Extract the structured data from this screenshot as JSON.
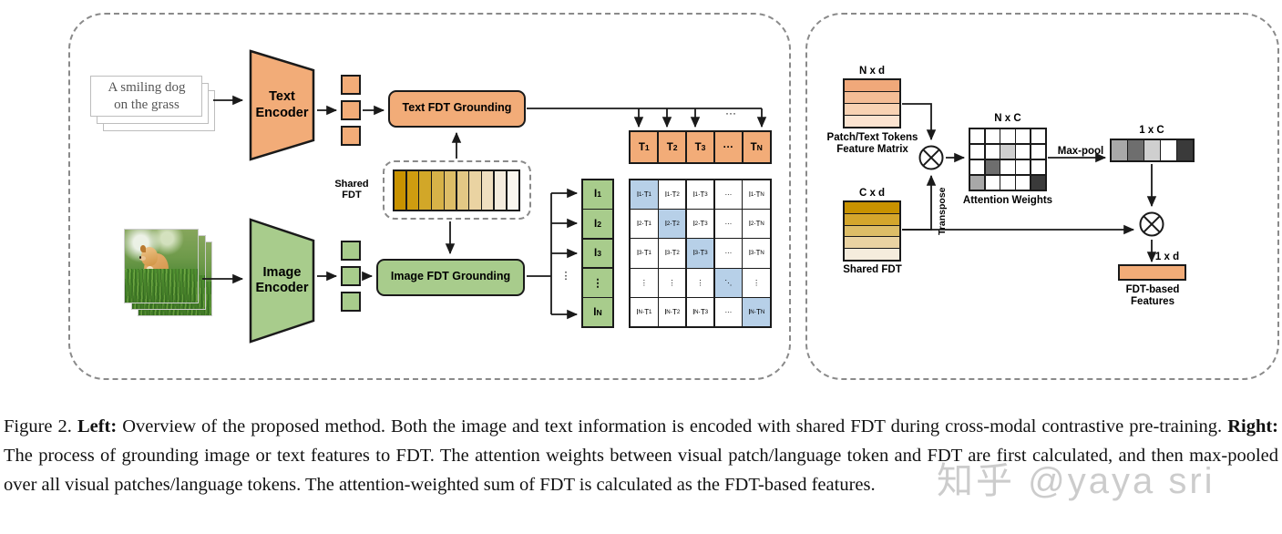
{
  "figure": {
    "caption_prefix": "Figure 2.",
    "caption_bold_left": "Left:",
    "caption_part1": " Overview of the proposed method. Both the image and text information is encoded with shared FDT during cross-modal contrastive pre-training. ",
    "caption_bold_right": "Right:",
    "caption_part2": " The process of grounding image or text features to FDT. The attention weights between visual patch/language token and FDT are first calculated, and then max-pooled over all visual patches/language tokens. The attention-weighted sum of FDT is calculated as the FDT-based features."
  },
  "watermark": {
    "text": "知乎 @yaya sri"
  },
  "left_panel": {
    "prompt_text": "A smiling dog\non the grass",
    "text_encoder": "Text\nEncoder",
    "image_encoder": "Image\nEncoder",
    "text_grounding": "Text FDT Grounding",
    "image_grounding": "Image FDT Grounding",
    "shared_fdt_label": "Shared\nFDT",
    "text_tokens": [
      "T1",
      "T2",
      "T3",
      "...",
      "TN"
    ],
    "text_tokens_disp": [
      "T",
      "T",
      "T",
      "···",
      "T"
    ],
    "text_token_subs": [
      "1",
      "2",
      "3",
      "",
      "N"
    ],
    "image_tokens_disp": [
      "I",
      "I",
      "I",
      "⋮",
      "I"
    ],
    "image_token_subs": [
      "1",
      "2",
      "3",
      "",
      "N"
    ],
    "ellipsis_top": "···",
    "shared_fdt_colors": [
      "#c89200",
      "#cf9c10",
      "#d2a728",
      "#d7b248",
      "#ddbd67",
      "#e3c885",
      "#ead3a2",
      "#f0dfc0",
      "#f5ecdd",
      "#faf6ee"
    ],
    "sim_matrix": {
      "rows": [
        [
          "I1·T1",
          "I1·T2",
          "I1·T3",
          "···",
          "I1·TN"
        ],
        [
          "I2·T1",
          "I2·T2",
          "I2·T3",
          "···",
          "I2·TN"
        ],
        [
          "I3·T1",
          "I3·T2",
          "I3·T3",
          "···",
          "I3·TN"
        ],
        [
          "⋮",
          "⋮",
          "⋮",
          "⋱",
          "⋮"
        ],
        [
          "IN·T1",
          "IN·T2",
          "IN·T3",
          "···",
          "IN·TN"
        ]
      ],
      "diagonal_highlight": true,
      "highlight_color": "#b7d0e8"
    }
  },
  "right_panel": {
    "nxd_label": "N x d",
    "nxd_caption": "Patch/Text Tokens\nFeature Matrix",
    "nxd_colors": [
      "#f0a87a",
      "#f4bd96",
      "#f8d2b3",
      "#fbe3d0"
    ],
    "cxd_label": "C x d",
    "cxd_caption": "Shared FDT",
    "cxd_colors": [
      "#c89200",
      "#d4a62c",
      "#ddbd67",
      "#ead3a2",
      "#f5ecdd"
    ],
    "transpose_label": "Transpose",
    "attention_label": "N x C",
    "attention_caption": "Attention Weights",
    "attention_cells": [
      [
        "#ffffff",
        "#ffffff",
        "#ffffff",
        "#ffffff",
        "#ffffff"
      ],
      [
        "#ffffff",
        "#ffffff",
        "#cfcfcf",
        "#ffffff",
        "#ffffff"
      ],
      [
        "#ffffff",
        "#6e6e6e",
        "#ffffff",
        "#ffffff",
        "#ffffff"
      ],
      [
        "#a8a8a8",
        "#ffffff",
        "#ffffff",
        "#ffffff",
        "#3a3a3a"
      ]
    ],
    "maxpool_label": "Max-pool",
    "onexc_label": "1 x C",
    "maxpool_cells": [
      "#a8a8a8",
      "#6e6e6e",
      "#cfcfcf",
      "#ffffff",
      "#3a3a3a"
    ],
    "onexd_label": "1 x d",
    "fdt_features_caption": "FDT-based\nFeatures",
    "fdt_features_color": "#f2ac78",
    "operator": "⊗"
  },
  "colors": {
    "orange_fill": "#f2ac78",
    "green_fill": "#a8cc8c",
    "gold_dark": "#c89200",
    "blue_highlight": "#b7d0e8",
    "stroke": "#1a1a1a",
    "dashed_border": "#8a8a8a"
  }
}
